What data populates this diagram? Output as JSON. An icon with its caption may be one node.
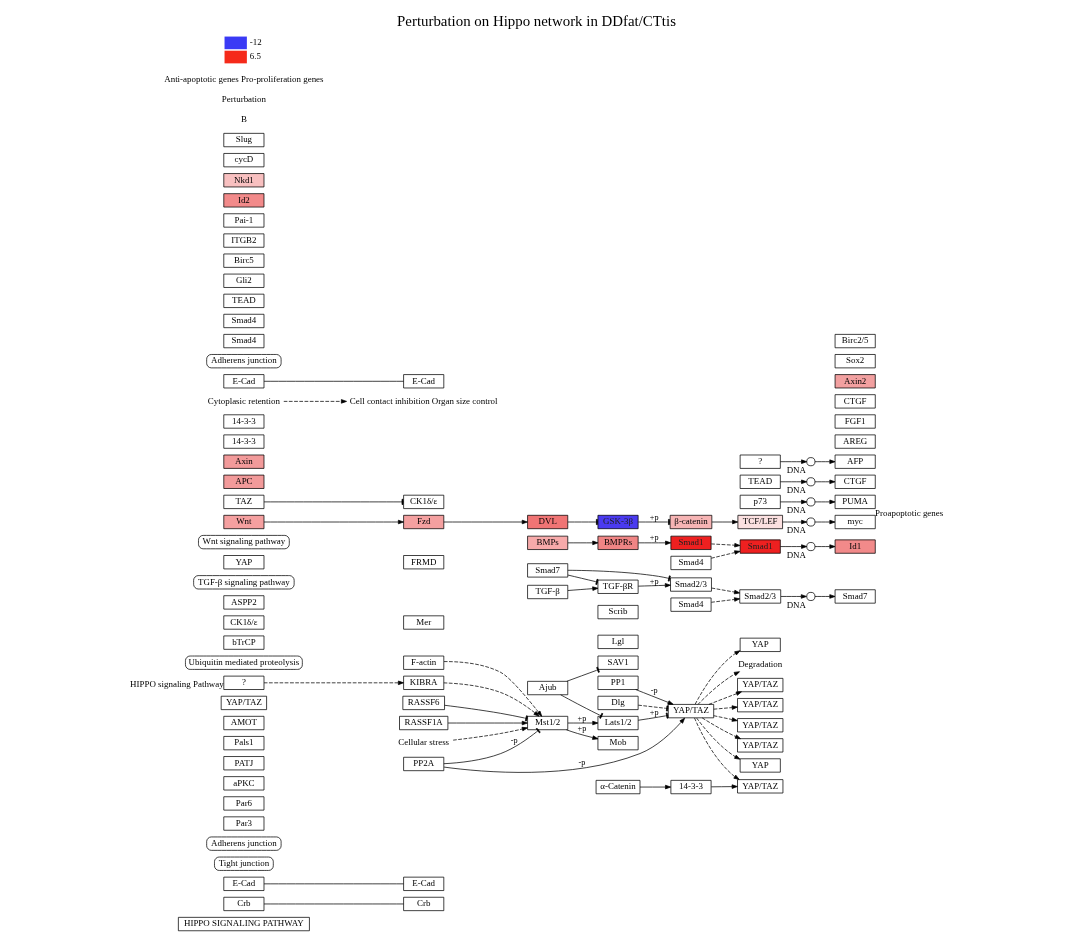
{
  "diagram": {
    "title": "Perturbation on Hippo network in DDfat/CTtis",
    "nodes": [
      {
        "text": [
          "HIPPO SIGNALING PATHWAY"
        ]
      },
      {
        "text": [
          "Crb"
        ]
      },
      {
        "text": [
          "E-Cad"
        ]
      },
      {
        "text": [
          "Tight junction"
        ]
      },
      {
        "text": [
          "Adherens junction"
        ]
      },
      {
        "text": [
          "Crb"
        ]
      },
      {
        "text": [
          "E-Cad"
        ]
      },
      {
        "text": [
          "Par3"
        ]
      },
      {
        "text": [
          "Par6"
        ]
      },
      {
        "text": [
          "aPKC"
        ]
      },
      {
        "text": [
          "PATJ"
        ]
      },
      {
        "text": [
          "Pals1"
        ]
      },
      {
        "text": [
          "AMOT"
        ]
      },
      {
        "text": [
          "YAP/TAZ"
        ]
      },
      {
        "text": [
          "Ajub"
        ]
      },
      {
        "text": [
          "Ubiquitin mediated proteolysis"
        ]
      },
      {
        "text": [
          "Lgl"
        ]
      },
      {
        "text": [
          "Scrib"
        ]
      },
      {
        "text": [
          "Dlg"
        ]
      },
      {
        "text": [
          "Degradation"
        ]
      },
      {
        "text": [
          "bTrCP"
        ]
      },
      {
        "text": [
          "CK1δ/ε"
        ]
      },
      {
        "text": [
          "?"
        ],
        "beside": [
          "HIPPO signaling Pathway"
        ]
      },
      {
        "text": [
          "Mer"
        ]
      },
      {
        "text": [
          "KIBRA"
        ]
      },
      {
        "text": [
          "FRMD"
        ]
      },
      {
        "text": [
          "SAV1"
        ]
      },
      {
        "text": [
          "Mst1/2"
        ]
      },
      {
        "text": [
          "Lats1/2"
        ]
      },
      {
        "text": [
          "Mob"
        ]
      },
      {
        "text": [
          "YAP/TAZ"
        ]
      },
      {
        "text": [
          "RASSF6"
        ]
      },
      {
        "text": [
          "RASSF1A"
        ]
      },
      {
        "text": [
          "PP2A"
        ]
      },
      {
        "text": [
          "PP1"
        ]
      },
      {
        "text": [
          "ASPP2"
        ]
      },
      {
        "text": [
          "Cellular stress"
        ]
      },
      {
        "text": [
          "TGF-β signaling pathway"
        ]
      },
      {
        "text": [
          "YAP"
        ]
      },
      {
        "text": [
          "Smad7"
        ]
      },
      {
        "text": [
          "TGF-β"
        ]
      },
      {
        "text": [
          "TGF-βR"
        ]
      },
      {
        "text": [
          "Smad2/3"
        ]
      },
      {
        "text": [
          "Smad4"
        ]
      },
      {
        "text": [
          "BMPs"
        ]
      },
      {
        "text": [
          "BMPRs"
        ]
      },
      {
        "text": [
          "Smad1"
        ]
      },
      {
        "text": [
          "Smad4"
        ]
      },
      {
        "text": [
          "Wnt signaling pathway"
        ]
      },
      {
        "text": [
          "Wnt"
        ]
      },
      {
        "text": [
          "Fzd"
        ]
      },
      {
        "text": [
          "DVL"
        ]
      },
      {
        "text": [
          "CK1δ/ε"
        ]
      },
      {
        "text": [
          "GSK-3β"
        ]
      },
      {
        "text": [
          "β-catenin"
        ]
      },
      {
        "text": [
          "APC"
        ]
      },
      {
        "text": [
          "Axin"
        ]
      },
      {
        "text": [
          "TAZ"
        ]
      },
      {
        "text": [
          "14-3-3"
        ]
      },
      {
        "text": [
          "F-actin"
        ]
      },
      {
        "text": [
          "α-Catenin"
        ]
      },
      {
        "text": [
          "14-3-3"
        ]
      },
      {
        "text": [
          "YAP/TAZ"
        ]
      },
      {
        "text": [
          "14-3-3"
        ]
      },
      {
        "text": [
          "Cytoplasic retention"
        ]
      },
      {
        "text": [
          "Cell contact inhibition Organ size control"
        ]
      },
      {
        "text": [
          "E-Cad"
        ]
      },
      {
        "text": [
          "Adherens junction"
        ]
      },
      {
        "text": [
          "E-Cad"
        ]
      },
      {
        "text": [
          "YAP/TAZ"
        ]
      },
      {
        "text": [
          "p73"
        ]
      },
      {
        "text": [],
        "shape": "circle",
        "beside": [
          "DNA"
        ]
      },
      {
        "text": [
          "PUMA"
        ],
        "beside": [
          "Proapoptotic genes"
        ]
      },
      {
        "text": [
          "YAP/TAZ"
        ]
      },
      {
        "text": [
          "TEAD"
        ]
      },
      {
        "text": [],
        "shape": "circle",
        "beside": [
          "DNA"
        ]
      },
      {
        "text": [
          "YAP/TAZ"
        ]
      },
      {
        "text": [
          "?"
        ]
      },
      {
        "text": [],
        "shape": "circle",
        "beside": [
          "DNA"
        ]
      },
      {
        "text": [
          "YAP/TAZ"
        ]
      },
      {
        "text": [
          "Smad2/3"
        ]
      },
      {
        "text": [
          "Smad4"
        ]
      },
      {
        "text": [],
        "shape": "circle",
        "beside": [
          "DNA"
        ]
      },
      {
        "text": [
          "YAP"
        ]
      },
      {
        "text": [
          "Smad1"
        ]
      },
      {
        "text": [
          "Smad4"
        ]
      },
      {
        "text": [],
        "shape": "circle",
        "beside": [
          "DNA"
        ]
      },
      {
        "text": [
          "YAP"
        ]
      },
      {
        "text": [
          "TCF/LEF"
        ]
      },
      {
        "text": [
          "TEAD"
        ]
      },
      {
        "text": [],
        "shape": "circle",
        "beside": [
          "DNA"
        ]
      },
      {
        "text": [
          "CTGF"
        ]
      },
      {
        "text": [
          "Gli2"
        ]
      },
      {
        "text": [
          "AREG"
        ]
      },
      {
        "text": [
          "Birc5"
        ]
      },
      {
        "text": [
          "AFP"
        ]
      },
      {
        "text": [
          "ITGB2"
        ]
      },
      {
        "text": [
          "FGF1"
        ]
      },
      {
        "text": [
          "Smad7"
        ]
      },
      {
        "text": [
          "Pai-1"
        ]
      },
      {
        "text": [
          "CTGF"
        ]
      },
      {
        "text": [
          "Id1"
        ]
      },
      {
        "text": [
          "Id2"
        ]
      },
      {
        "text": [
          "Axin2"
        ]
      },
      {
        "text": [
          "Nkd1"
        ]
      },
      {
        "text": [
          "myc"
        ]
      },
      {
        "text": [
          "cycD"
        ]
      },
      {
        "text": [
          "Sox2"
        ]
      },
      {
        "text": [
          "Slug"
        ]
      },
      {
        "text": [
          "Birc2/5"
        ]
      }
    ],
    "edges": [
      {
        "from": 1,
        "to": 5,
        "arrow": "none"
      },
      {
        "from": 2,
        "to": 6,
        "arrow": "none"
      },
      {
        "from": 66,
        "to": 68,
        "arrow": "none"
      },
      {
        "from": 14,
        "to": 26,
        "arrow": "other"
      },
      {
        "from": 14,
        "to": 28,
        "arrow": "other"
      },
      {
        "from": 18,
        "to": 30,
        "arrow": "other",
        "style": "dashed"
      },
      {
        "from": 30,
        "to": 19,
        "arrow": "to",
        "style": "dashed"
      },
      {
        "from": 22,
        "to": 24,
        "arrow": "to",
        "style": "dashed"
      },
      {
        "from": 24,
        "to": 27,
        "arrow": "to",
        "style": "dashed"
      },
      {
        "from": 27,
        "to": 28,
        "arrow": "to",
        "label": "+p"
      },
      {
        "from": 27,
        "to": 29,
        "arrow": "to",
        "label": "+p"
      },
      {
        "from": 28,
        "to": 30,
        "arrow": "other",
        "label": "+p"
      },
      {
        "from": 33,
        "to": 27,
        "arrow": "other",
        "label": "-p"
      },
      {
        "from": 33,
        "to": 30,
        "arrow": "to",
        "label": "-p"
      },
      {
        "from": 34,
        "to": 30,
        "arrow": "to",
        "label": "-p"
      },
      {
        "from": 31,
        "to": 27,
        "arrow": "other"
      },
      {
        "from": 32,
        "to": 27,
        "arrow": "to"
      },
      {
        "from": 36,
        "to": 27,
        "arrow": "to",
        "style": "dashed"
      },
      {
        "from": 59,
        "to": 27,
        "arrow": "to",
        "style": "dashed"
      },
      {
        "from": 30,
        "to": 69,
        "arrow": "to",
        "style": "dashed"
      },
      {
        "from": 30,
        "to": 73,
        "arrow": "to",
        "style": "dashed"
      },
      {
        "from": 30,
        "to": 76,
        "arrow": "to",
        "style": "dashed"
      },
      {
        "from": 30,
        "to": 79,
        "arrow": "to",
        "style": "dashed"
      },
      {
        "from": 30,
        "to": 83,
        "arrow": "to",
        "style": "dashed"
      },
      {
        "from": 30,
        "to": 87,
        "arrow": "to",
        "style": "dashed"
      },
      {
        "from": 30,
        "to": 62,
        "arrow": "to",
        "style": "dashed"
      },
      {
        "from": 39,
        "to": 41,
        "arrow": "other"
      },
      {
        "from": 39,
        "to": 42,
        "arrow": "other"
      },
      {
        "from": 40,
        "to": 41,
        "arrow": "to"
      },
      {
        "from": 41,
        "to": 42,
        "arrow": "to",
        "label": "+p"
      },
      {
        "from": 42,
        "to": 80,
        "arrow": "to",
        "style": "dashed"
      },
      {
        "from": 43,
        "to": 80,
        "arrow": "to",
        "style": "dashed"
      },
      {
        "from": 44,
        "to": 45,
        "arrow": "to"
      },
      {
        "from": 45,
        "to": 46,
        "arrow": "to",
        "label": "+p"
      },
      {
        "from": 46,
        "to": 84,
        "arrow": "to",
        "style": "dashed"
      },
      {
        "from": 47,
        "to": 84,
        "arrow": "to",
        "style": "dashed"
      },
      {
        "from": 49,
        "to": 50,
        "arrow": "to"
      },
      {
        "from": 50,
        "to": 51,
        "arrow": "to"
      },
      {
        "from": 51,
        "to": 53,
        "arrow": "other"
      },
      {
        "from": 53,
        "to": 54,
        "arrow": "other",
        "label": "+p"
      },
      {
        "from": 54,
        "to": 88,
        "arrow": "to"
      },
      {
        "from": 57,
        "to": 52,
        "arrow": "other"
      },
      {
        "from": 60,
        "to": 61,
        "arrow": "to"
      },
      {
        "from": 61,
        "to": 62,
        "arrow": "to"
      },
      {
        "from": 64,
        "to": 65,
        "arrow": "to",
        "style": "dashed"
      },
      {
        "from": 70,
        "to": 71,
        "arrow": "to"
      },
      {
        "from": 71,
        "to": 72,
        "arrow": "to"
      },
      {
        "from": 74,
        "to": 75,
        "arrow": "to"
      },
      {
        "from": 75,
        "to": 91,
        "arrow": "to"
      },
      {
        "from": 77,
        "to": 78,
        "arrow": "to"
      },
      {
        "from": 78,
        "to": 95,
        "arrow": "to"
      },
      {
        "from": 80,
        "to": 82,
        "arrow": "to"
      },
      {
        "from": 82,
        "to": 98,
        "arrow": "to"
      },
      {
        "from": 84,
        "to": 86,
        "arrow": "to"
      },
      {
        "from": 86,
        "to": 101,
        "arrow": "to"
      },
      {
        "from": 88,
        "to": 90,
        "arrow": "to"
      },
      {
        "from": 90,
        "to": 105,
        "arrow": "to"
      }
    ],
    "labels": [
      "B",
      "Perturbation",
      "Anti-apoptotic genes Pro-proliferation genes"
    ],
    "legend": [
      {
        "text": "-12",
        "color": "#3a3af5"
      },
      {
        "text": "6.5",
        "color": "#f52a1a"
      }
    ]
  }
}
